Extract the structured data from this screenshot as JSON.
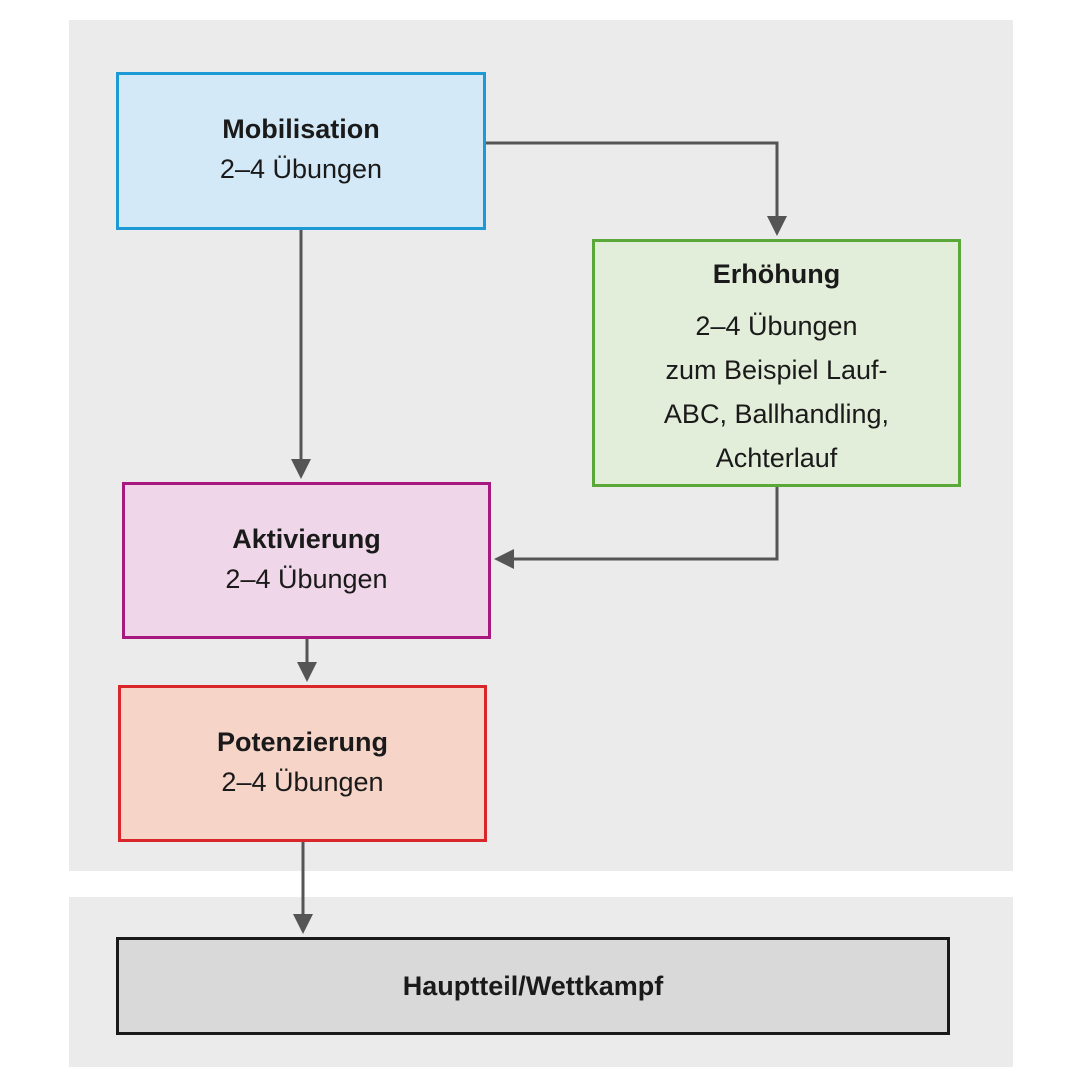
{
  "colors": {
    "panel": "#ebebeb",
    "mobilisation_fill": "#d4e9f7",
    "mobilisation_border": "#1d9ad6",
    "erhoehung_fill": "#e2edda",
    "erhoehung_border": "#5aa838",
    "aktivierung_fill": "#efd6e8",
    "aktivierung_border": "#a8197f",
    "potenzierung_fill": "#f6d4c8",
    "potenzierung_border": "#d8262a",
    "hauptteil_fill": "#d9d9d9",
    "hauptteil_border": "#1a1a1a",
    "arrow": "#555555"
  },
  "nodes": {
    "mobilisation": {
      "title": "Mobilisation",
      "lines": [
        "2–4 Übungen"
      ]
    },
    "erhoehung": {
      "title": "Erhöhung",
      "lines": [
        "2–4 Übungen",
        "zum Beispiel Lauf-",
        "ABC, Ballhandling,",
        "Achterlauf"
      ]
    },
    "aktivierung": {
      "title": "Aktivierung",
      "lines": [
        "2–4 Übungen"
      ]
    },
    "potenzierung": {
      "title": "Potenzierung",
      "lines": [
        "2–4 Übungen"
      ]
    },
    "hauptteil": {
      "title": "Hauptteil/Wettkampf"
    }
  },
  "edges": [
    {
      "from": "mobilisation",
      "to": "erhoehung"
    },
    {
      "from": "mobilisation",
      "to": "aktivierung"
    },
    {
      "from": "erhoehung",
      "to": "aktivierung"
    },
    {
      "from": "aktivierung",
      "to": "potenzierung"
    },
    {
      "from": "potenzierung",
      "to": "hauptteil"
    }
  ]
}
